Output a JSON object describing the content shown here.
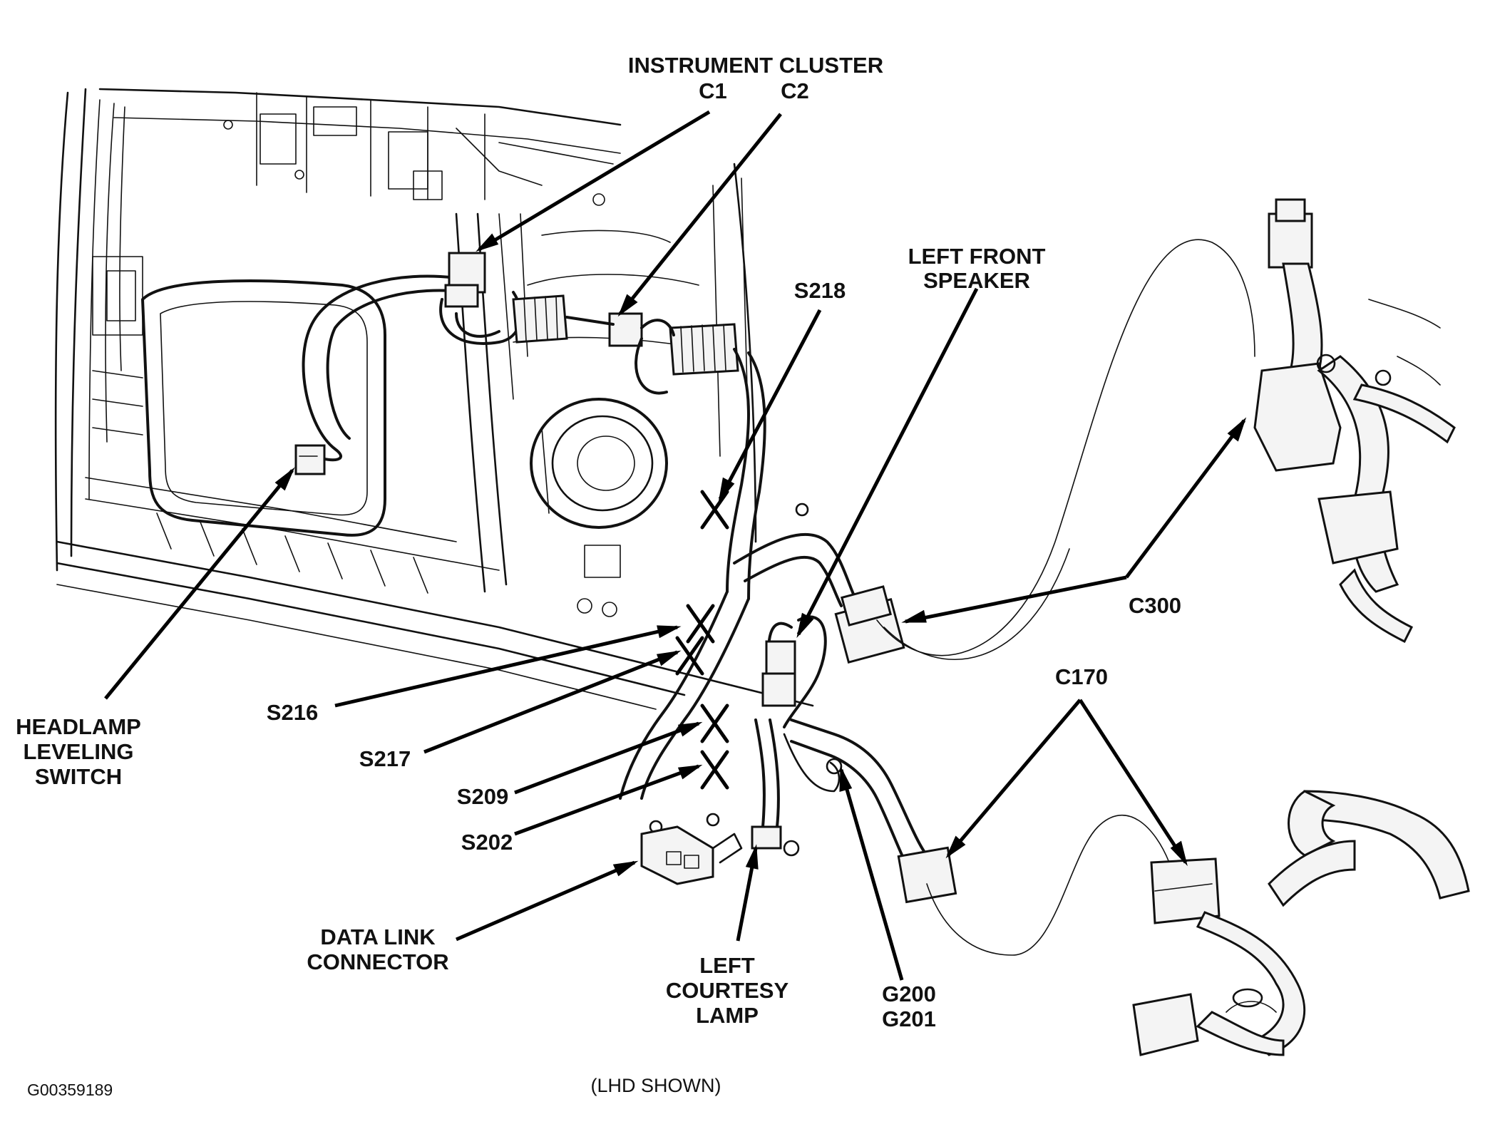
{
  "labels": {
    "instrument_cluster": "INSTRUMENT CLUSTER",
    "c1": "C1",
    "c2": "C2",
    "left_front_speaker_line1": "LEFT FRONT",
    "left_front_speaker_line2": "SPEAKER",
    "s218": "S218",
    "c300": "C300",
    "c170": "C170",
    "headlamp_line1": "HEADLAMP",
    "headlamp_line2": "LEVELING",
    "headlamp_line3": "SWITCH",
    "s216": "S216",
    "s217": "S217",
    "s209": "S209",
    "s202": "S202",
    "data_link_line1": "DATA LINK",
    "data_link_line2": "CONNECTOR",
    "courtesy_line1": "LEFT",
    "courtesy_line2": "COURTESY",
    "courtesy_line3": "LAMP",
    "g200": "G200",
    "g201": "G201"
  },
  "figure_id": "G00359189",
  "caption": "(LHD SHOWN)"
}
